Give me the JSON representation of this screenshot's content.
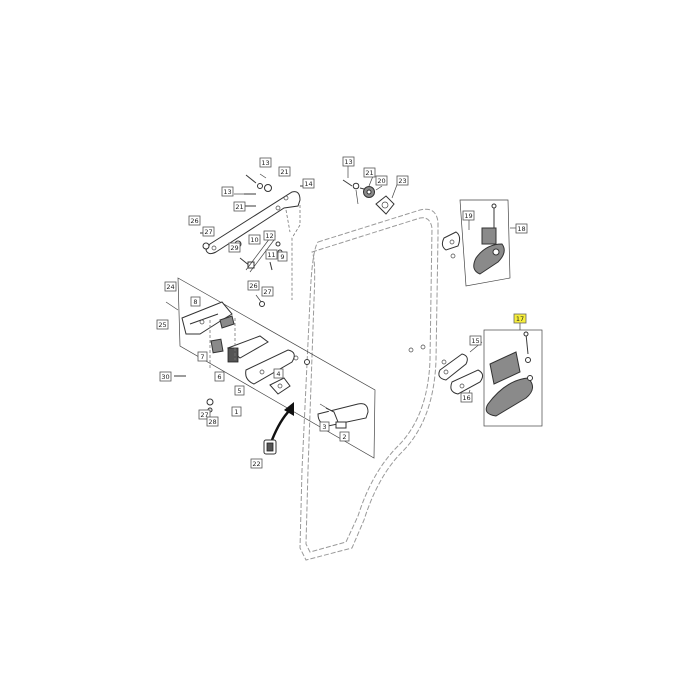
{
  "callouts": {
    "c13a": "13",
    "c21a": "21",
    "c13b": "13",
    "c21b": "21",
    "c14": "14",
    "c13c": "13",
    "c21c": "21",
    "c20": "20",
    "c23": "23",
    "c26": "26",
    "c27a": "27",
    "c29": "29",
    "c10": "10",
    "c12": "12",
    "c11": "11",
    "c9": "9",
    "c19": "19",
    "c18": "18",
    "c24": "24",
    "c25": "25",
    "c8": "8",
    "c26b": "26",
    "c27b": "27",
    "c7": "7",
    "c6": "6",
    "c5": "5",
    "c4": "4",
    "c3": "3",
    "c2": "2",
    "c1": "1",
    "c30": "30",
    "c27c": "27",
    "c28": "28",
    "c22": "22",
    "c15": "15",
    "c16": "16",
    "c17": "17"
  },
  "highlight_color": "#f7ee3a"
}
